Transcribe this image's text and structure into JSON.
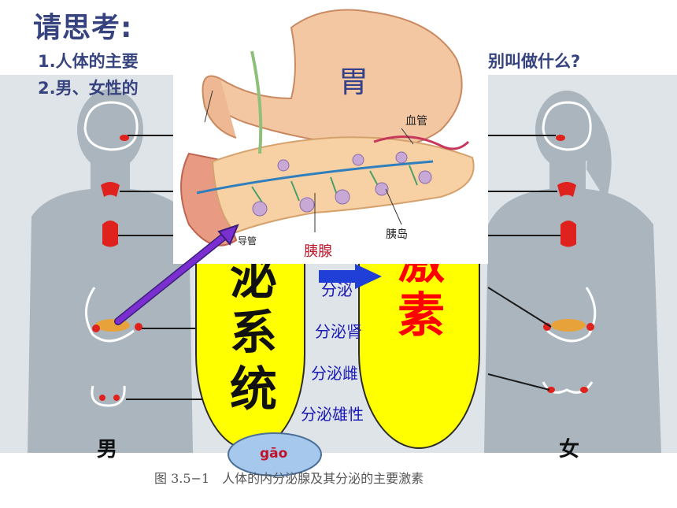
{
  "heading": "请思考:",
  "questions": [
    "1.人体的主要",
    "别叫做什么?",
    "2.男、女性的"
  ],
  "organ_panel": {
    "stomach_label": "胃",
    "vessel_label": "血管",
    "duct_label": "导管",
    "islet_label": "胰岛",
    "pancreas_label": "胰腺"
  },
  "left_tongue_chars": [
    "泌",
    "系",
    "统"
  ],
  "right_tongue_chars": [
    "激",
    "素"
  ],
  "blue_lines": [
    "分泌",
    "分泌肾",
    "分泌雌",
    "分泌雄性"
  ],
  "pinyin": "gāo",
  "gender_male": "男",
  "gender_female": "女",
  "caption": "图 3.5−1　人体的内分泌腺及其分泌的主要激素",
  "colors": {
    "heading": "#36437e",
    "tongue": "#ffff00",
    "red_text": "#ff0000",
    "blue_text": "#1919b5",
    "arrow_purple": "#7b2fd0",
    "arrow_blue": "#1f3fd6",
    "gland_red": "#e0221e",
    "bubble": "#a6c8ec"
  }
}
